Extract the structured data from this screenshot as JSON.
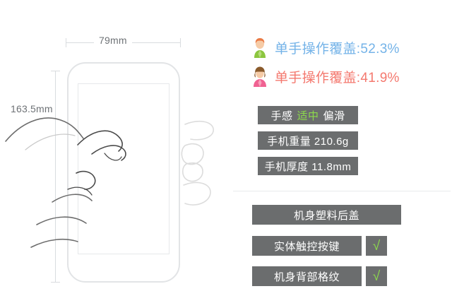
{
  "diagram": {
    "dimensions": {
      "width_label": "79mm",
      "height_label": "163.5mm"
    },
    "illustration": {
      "phone_name": "phone-outline",
      "hand_name": "hand-holding-phone-line-art"
    }
  },
  "coverage": [
    {
      "avatar": "male-avatar-icon",
      "label": "单手操作覆盖:52.3%",
      "color": "#74b3e8",
      "value": 52.3
    },
    {
      "avatar": "female-avatar-icon",
      "label": "单手操作覆盖:41.9%",
      "color": "#f4796f",
      "value": 41.9
    }
  ],
  "specs": {
    "feel": {
      "prefix": "手感",
      "highlight": "适中",
      "suffix": "偏滑",
      "highlight_color": "#8ddb4b"
    },
    "weight": "手机重量 210.6g",
    "thickness": "手机厚度 11.8mm"
  },
  "features": [
    {
      "label": "机身塑料后盖",
      "checked": false,
      "check_mark": ""
    },
    {
      "label": "实体触控按键",
      "checked": true,
      "check_mark": "√"
    },
    {
      "label": "机身背部格纹",
      "checked": true,
      "check_mark": "√"
    }
  ],
  "colors": {
    "badge_bg": "#6b6d6e",
    "badge_text": "#ffffff",
    "check_green": "#8ddb4b",
    "outline_gray": "#e2e4e6",
    "dim_text": "#6e7276"
  }
}
